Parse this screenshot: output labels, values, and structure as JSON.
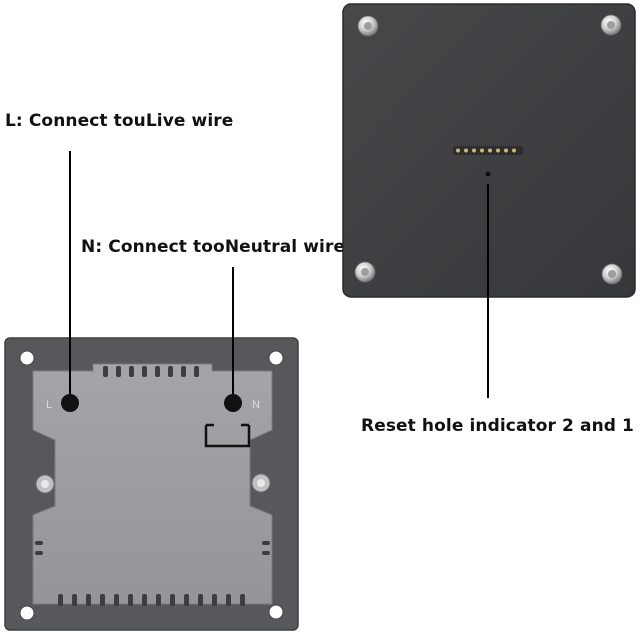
{
  "labels": {
    "live": "L: Connect touLive wire",
    "neutral": "N: Connect tooNeutral wire",
    "reset": "Reset hole indicator 2 and 1"
  },
  "terminal_marks": {
    "left": "L",
    "right": "N"
  },
  "colors": {
    "back_plate": "#3f4042",
    "switch_frame": "#5a5c5f",
    "switch_body": "#9a9c9f",
    "leader_line": "#000000"
  }
}
